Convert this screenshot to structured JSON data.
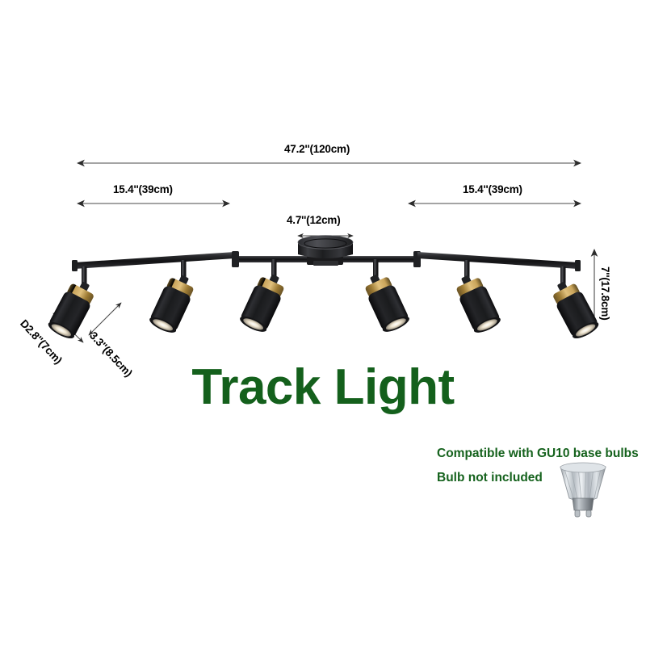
{
  "product": {
    "title": "Track Light",
    "title_color": "#14601c",
    "head_count": 6,
    "body_color": "#1b1b1d",
    "accent_color": "#a98436"
  },
  "dimensions": {
    "overall_length": "47.2''(120cm)",
    "left_span": "15.4''(39cm)",
    "right_span": "15.4''(39cm)",
    "canopy_diameter": "4.7''(12cm)",
    "drop_height": "7''(17.8cm)",
    "head_diameter": "D2.8''(7cm)",
    "head_length": "3.3''(8.5cm)"
  },
  "notes": {
    "compatible": "Compatible with GU10 base bulbs",
    "not_included": "Bulb not included",
    "note_color": "#15621d",
    "bulb_icon": "gu10-halogen-bulb"
  }
}
